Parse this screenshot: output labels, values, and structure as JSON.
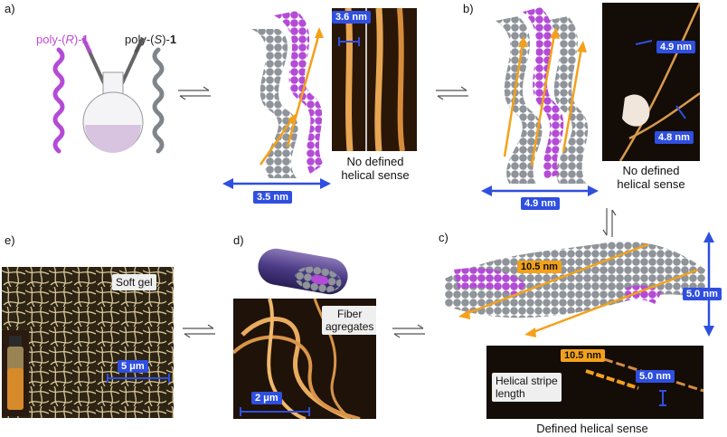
{
  "panels": {
    "a": {
      "letter": "a)",
      "label_r_prefix": "poly-(",
      "label_r_letter": "R",
      "label_r_suffix": ")-",
      "label_r_num": "1",
      "label_s_prefix": "poly-(",
      "label_s_letter": "S",
      "label_s_suffix": ")-",
      "label_s_num": "1",
      "width_tag": "3.5 nm",
      "afm_tag": "3.6 nm",
      "caption_line1": "No defined",
      "caption_line2": "helical sense"
    },
    "b": {
      "letter": "b)",
      "width_tag": "4.9 nm",
      "afm_tag_top": "4.9 nm",
      "afm_tag_bottom": "4.8 nm",
      "caption_line1": "No defined",
      "caption_line2": "helical sense"
    },
    "c": {
      "letter": "c)",
      "stripe_tag": "10.5 nm",
      "height_tag": "5.0 nm",
      "afm_stripe_tag": "10.5 nm",
      "afm_height_tag": "5.0 nm",
      "afm_label_line1": "Helical stripe",
      "afm_label_line2": "length",
      "caption": "Defined helical sense"
    },
    "d": {
      "letter": "d)",
      "label_line1": "Fiber",
      "label_line2": "agregates",
      "scale_tag": "2 μm"
    },
    "e": {
      "letter": "e)",
      "label": "Soft gel",
      "scale_tag": "5 μm"
    }
  },
  "colors": {
    "purple": "#b44bd6",
    "grey": "#8e9399",
    "blue_tag": "#2f4fe0",
    "orange": "#f3a11b",
    "afm_dark": "#1a0e05",
    "afm_fiber": "#e7a553"
  }
}
